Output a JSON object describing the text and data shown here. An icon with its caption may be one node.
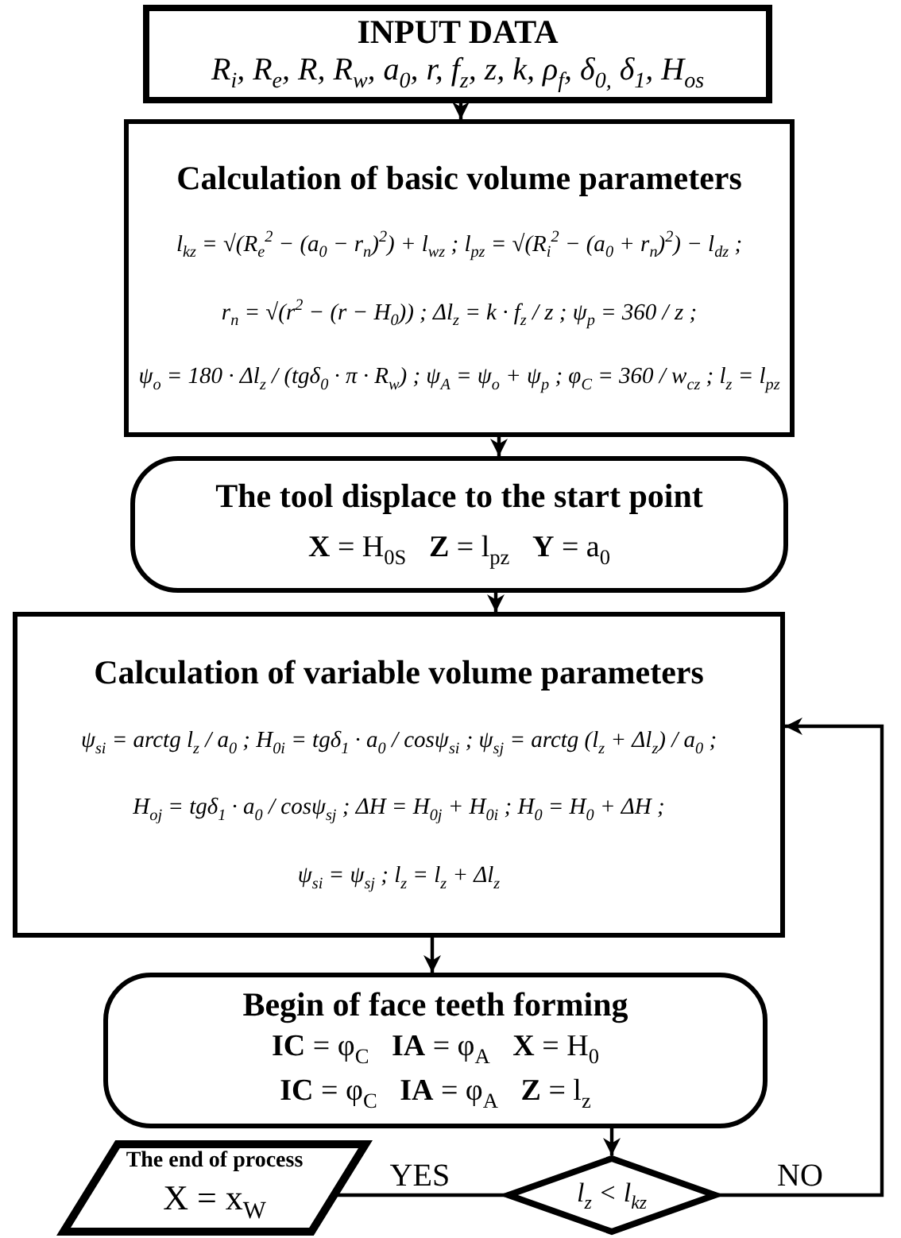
{
  "diagram": {
    "nodes": [
      {
        "text": [
          "INPUT DATA",
          "R$_{i}$, R$_{e}$, R, R$_{w}$, a$_{0}$, r, f$_{z}$, z, k, ρ$_{f}$, δ$_{0,}$ δ$_{1}$, H$_{os}$"
        ]
      },
      {
        "text": [
          "Calculation of basic volume parameters",
          "l$_{kz}$ = √(R$_{e}$$^{2}$ − (a$_{0}$ − r$_{n}$)$^{2}$) + l$_{wz}$ ; l$_{pz}$ = √(R$_{i}$$^{2}$ − (a$_{0}$ + r$_{n}$)$^{2}$) − l$_{dz}$ ;",
          "r$_{n}$ = √(r$^{2}$ − (r − H$_{0}$)) ; Δl$_{z}$ = k · f$_{z}$ / z ; ψ$_{p}$ = 360 / z ;",
          "ψ$_{o}$ = 180 · Δl$_{z}$ / (tgδ$_{0}$ · π · R$_{w}$) ; ψ$_{A}$ = ψ$_{o}$ + ψ$_{p}$ ; φ$_{C}$ = 360 / w$_{cz}$ ; l$_{z}$ = l$_{pz}$"
        ]
      },
      {
        "text": [
          "The tool displace to the start point",
          "**X** = H$_{0S}$   **Z** = l$_{pz}$   **Y** = a$_{0}$"
        ]
      },
      {
        "text": [
          "Calculation of variable volume parameters",
          "ψ$_{si}$ = arctg l$_{z}$ / a$_{0}$ ; H$_{0i}$ = tgδ$_{1}$ · a$_{0}$ / cosψ$_{si}$ ; ψ$_{sj}$ = arctg (l$_{z}$ + Δl$_{z}$) / a$_{0}$ ;",
          "H$_{oj}$ = tgδ$_{1}$ · a$_{0}$ / cosψ$_{sj}$ ; ΔH = H$_{0j}$ + H$_{0i}$ ; H$_{0}$ = H$_{0}$ + ΔH ;",
          "ψ$_{si}$ = ψ$_{sj}$ ; l$_{z}$ = l$_{z}$ + Δl$_{z}$"
        ]
      },
      {
        "text": [
          "Begin of face teeth forming",
          "**IC** = φ$_{C}$   **IA** = φ$_{A}$   **X** = H$_{0}$",
          "**IC** = φ$_{C}$   **IA** = φ$_{A}$   **Z** = l$_{z}$"
        ]
      },
      {
        "text": [
          "l$_{z}$ < l$_{kz}$"
        ]
      },
      {
        "text": [
          "The end of process",
          "X = x$_{W}$"
        ]
      }
    ],
    "edges": [
      {
        "from": 0,
        "to": 1,
        "arrow": "to"
      },
      {
        "from": 1,
        "to": 2,
        "arrow": "to"
      },
      {
        "from": 2,
        "to": 3,
        "arrow": "to"
      },
      {
        "from": 3,
        "to": 4,
        "arrow": "to"
      },
      {
        "from": 4,
        "to": 5,
        "arrow": "to"
      },
      {
        "from": 5,
        "to": 6,
        "arrow": "none",
        "label": "YES"
      },
      {
        "from": 5,
        "to": 3,
        "arrow": "to",
        "label": "NO"
      }
    ]
  }
}
